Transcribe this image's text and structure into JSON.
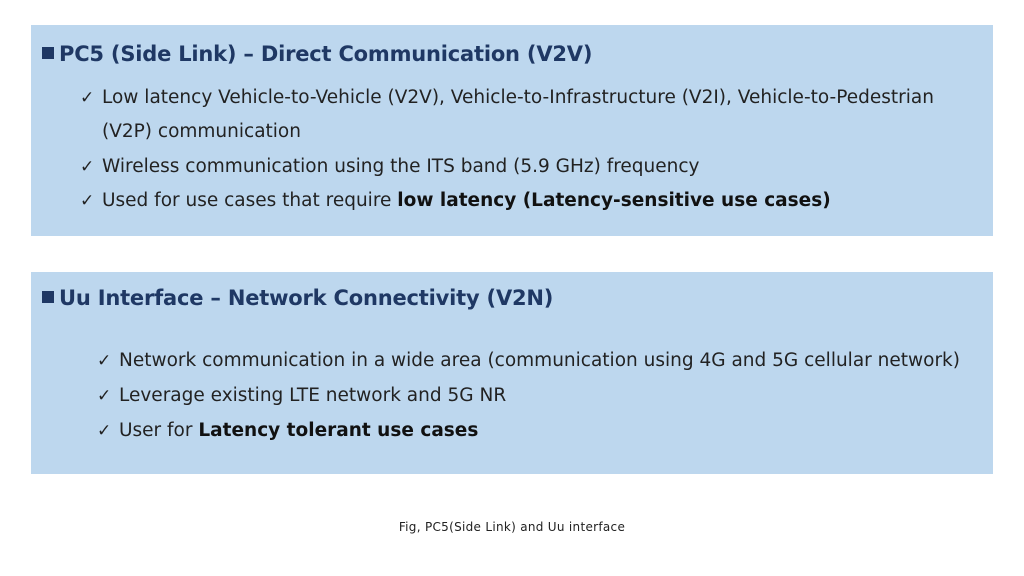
{
  "pc5": {
    "title": "PC5 (Side Link) – Direct Communication (V2V)",
    "item1_line1": "Low latency Vehicle-to-Vehicle (V2V), Vehicle-to-Infrastructure (V2I), Vehicle-to-Pedestrian",
    "item1_line2": "(V2P) communication",
    "item2": "Wireless communication using the ITS band (5.9 GHz) frequency",
    "item3_prefix": "Used for use cases that require ",
    "item3_bold": "low latency (Latency-sensitive use cases)"
  },
  "uu": {
    "title": "Uu Interface – Network Connectivity (V2N)",
    "item1": "Network communication in a wide area (communication using 4G and 5G cellular network)",
    "item2": "Leverage existing LTE network and 5G NR",
    "item3_prefix": "User for ",
    "item3_bold": "Latency tolerant use cases"
  },
  "check_glyph": "✓",
  "caption": "Fig, PC5(Side Link) and Uu interface"
}
